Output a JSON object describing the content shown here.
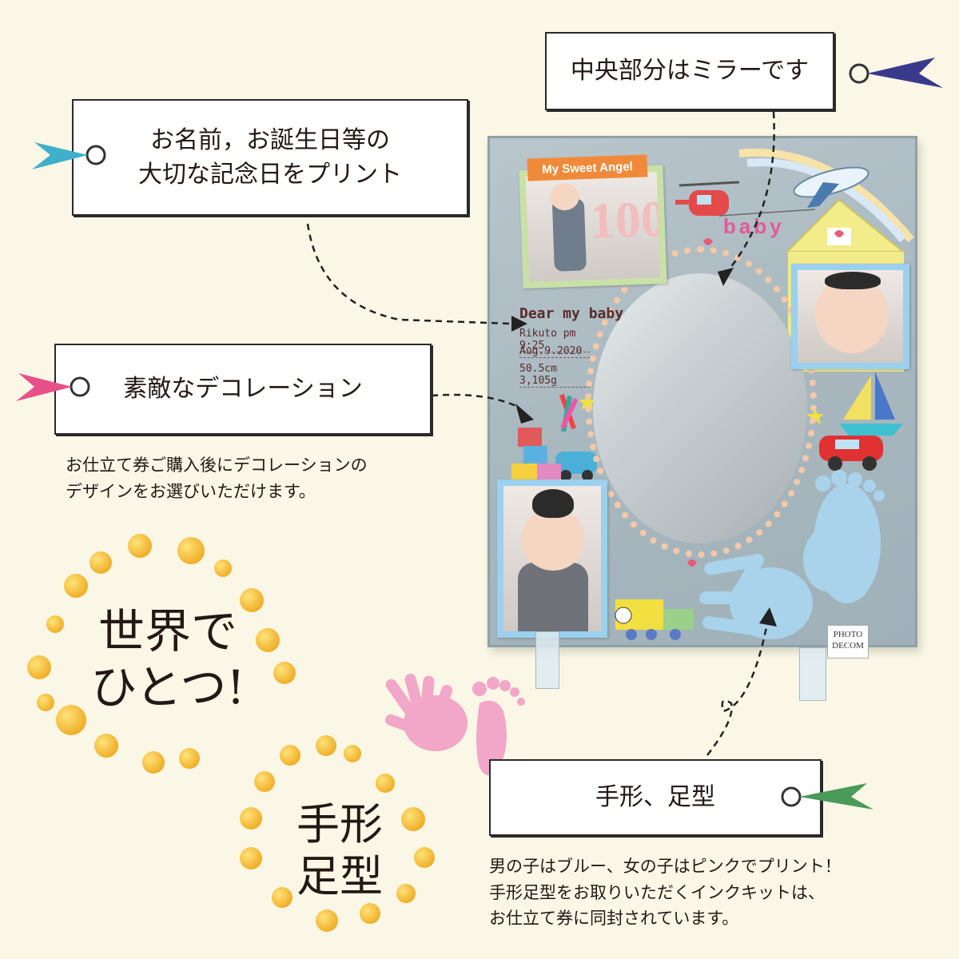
{
  "callouts": {
    "mirror": {
      "text": "中央部分はミラーです",
      "tag_color": "#3a3a8c"
    },
    "print": {
      "line1": "お名前，お誕生日等の",
      "line2": "大切な記念日をプリント",
      "tag_color": "#3fb0c9"
    },
    "deco": {
      "text": "素敵なデコレーション",
      "tag_color": "#e8508a",
      "caption_line1": "お仕立て券ご購入後にデコレーションの",
      "caption_line2": "デザインをお選びいただけます。"
    },
    "hand": {
      "text": "手形、足型",
      "tag_color": "#4a9a5a",
      "caption_line1": "男の子はブルー、女の子はピンクでプリント！",
      "caption_line2": "手形足型をお取りいただくインクキットは、",
      "caption_line3": "お仕立て券に同封されています。"
    }
  },
  "badges": {
    "one_of_a_kind_line1": "世界で",
    "one_of_a_kind_line2": "ひとつ!",
    "hand_foot_line1": "手形",
    "hand_foot_line2": "足型"
  },
  "frame": {
    "banner": "My Sweet Angel",
    "age_number": "100",
    "baby_word": "baby",
    "print_title": "Dear my baby",
    "print_name": "Rikuto  pm 9:25",
    "print_date": "Aug.9.2020",
    "print_size": "50.5cm  3,105g",
    "brand_line1": "PHOTO",
    "brand_line2": "DECOM"
  },
  "colors": {
    "background": "#fbf7e6",
    "bubble": "#f0b02a",
    "handprint_blue": "#a8d3ea",
    "handprint_pink": "#f2a6c8"
  }
}
